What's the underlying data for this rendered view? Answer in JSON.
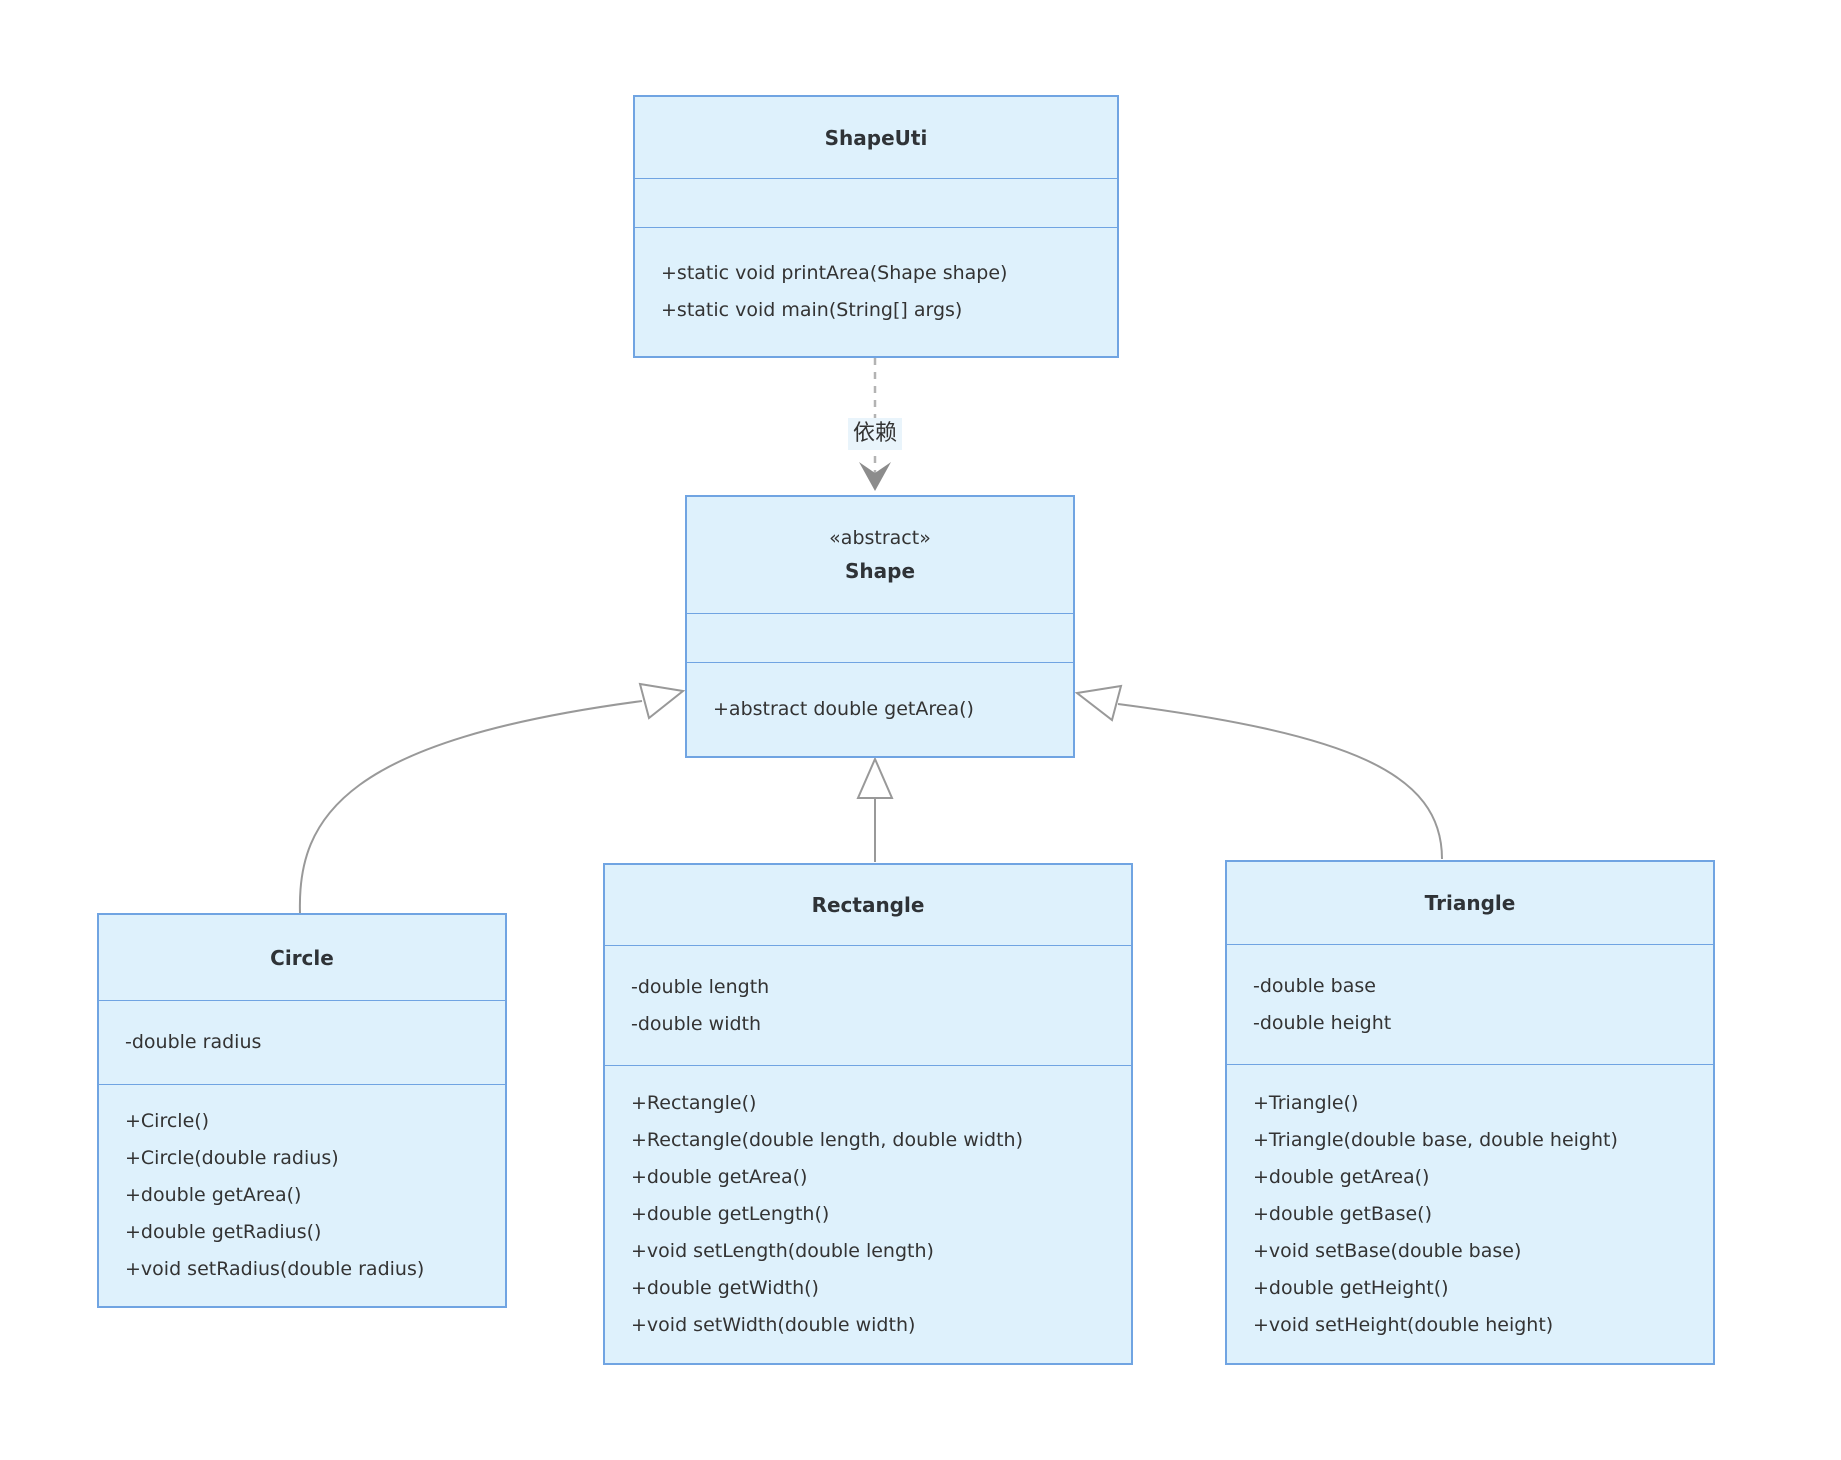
{
  "diagram": {
    "colors": {
      "box_fill": "#def1fc",
      "box_border": "#70a4e2",
      "arrow_gray": "#999999",
      "text": "#333333",
      "label_bg": "#e9f4fb"
    },
    "classes": [
      {
        "name": "ShapeUti",
        "stereotype": "",
        "attributes": [],
        "methods": [
          "+static void printArea(Shape shape)",
          "+static void main(String[] args)"
        ]
      },
      {
        "name": "Shape",
        "stereotype": "«abstract»",
        "attributes": [],
        "methods": [
          "+abstract double getArea()"
        ]
      },
      {
        "name": "Circle",
        "stereotype": "",
        "attributes": [
          "-double radius"
        ],
        "methods": [
          "+Circle()",
          "+Circle(double radius)",
          "+double getArea()",
          "+double getRadius()",
          "+void setRadius(double radius)"
        ]
      },
      {
        "name": "Rectangle",
        "stereotype": "",
        "attributes": [
          "-double length",
          "-double width"
        ],
        "methods": [
          "+Rectangle()",
          "+Rectangle(double length, double width)",
          "+double getArea()",
          "+double getLength()",
          "+void setLength(double length)",
          "+double getWidth()",
          "+void setWidth(double width)"
        ]
      },
      {
        "name": "Triangle",
        "stereotype": "",
        "attributes": [
          "-double base",
          "-double height"
        ],
        "methods": [
          "+Triangle()",
          "+Triangle(double base, double height)",
          "+double getArea()",
          "+double getBase()",
          "+void setBase(double base)",
          "+double getHeight()",
          "+void setHeight(double height)"
        ]
      }
    ],
    "relations": [
      {
        "type": "dependency",
        "from": "ShapeUti",
        "to": "Shape",
        "label": "依赖"
      },
      {
        "type": "inheritance",
        "from": "Circle",
        "to": "Shape",
        "label": ""
      },
      {
        "type": "inheritance",
        "from": "Rectangle",
        "to": "Shape",
        "label": ""
      },
      {
        "type": "inheritance",
        "from": "Triangle",
        "to": "Shape",
        "label": ""
      }
    ]
  }
}
